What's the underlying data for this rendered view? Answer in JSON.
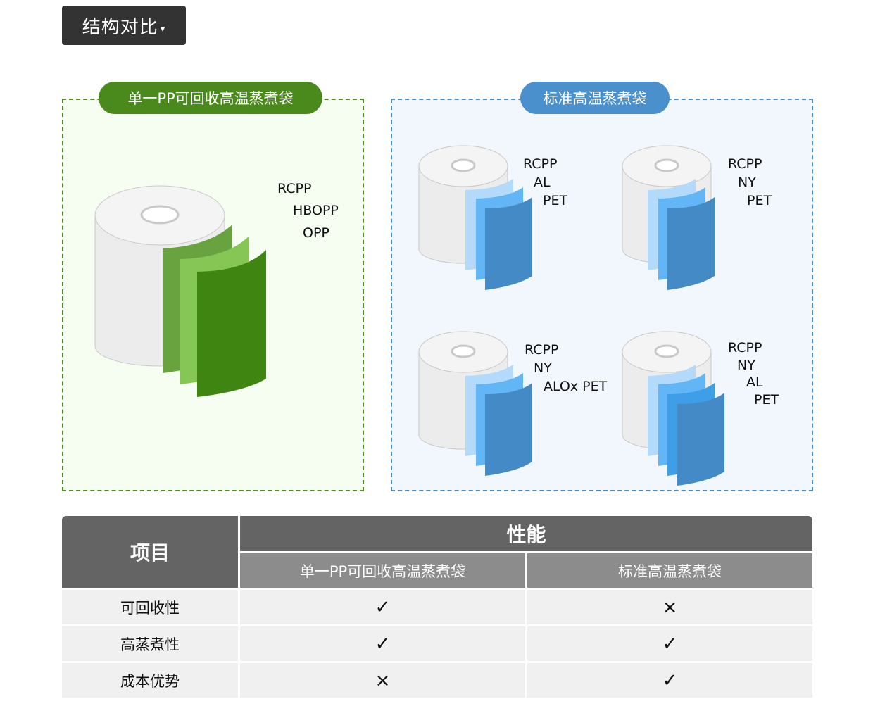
{
  "section_tag": {
    "title": "结构对比",
    "caret": "▾"
  },
  "left_panel": {
    "title": "单一PP可回收高温蒸煮袋",
    "layers": [
      "RCPP",
      "HBOPP",
      "OPP"
    ]
  },
  "right_panel": {
    "title": "标准高温蒸煮袋",
    "rolls": [
      {
        "layers": [
          "RCPP",
          "AL",
          "PET"
        ]
      },
      {
        "layers": [
          "RCPP",
          "NY",
          "PET"
        ]
      },
      {
        "layers": [
          "RCPP",
          "NY",
          "ALOx PET"
        ]
      },
      {
        "layers": [
          "RCPP",
          "NY",
          "AL",
          "PET"
        ]
      }
    ]
  },
  "table": {
    "header_item": "项目",
    "header_performance": "性能",
    "columns": [
      "单一PP可回收高温蒸煮袋",
      "标准高温蒸煮袋"
    ],
    "rows": [
      {
        "label": "可回收性",
        "values": [
          "✓",
          "×"
        ]
      },
      {
        "label": "高蒸煮性",
        "values": [
          "✓",
          "✓"
        ]
      },
      {
        "label": "成本优势",
        "values": [
          "×",
          "✓"
        ]
      }
    ]
  },
  "colors": {
    "green_accent": "#4a8a1c",
    "blue_accent": "#4a90cc",
    "table_header": "#646464",
    "table_subheader": "#8c8c8c",
    "table_row": "#f0f0f0"
  }
}
